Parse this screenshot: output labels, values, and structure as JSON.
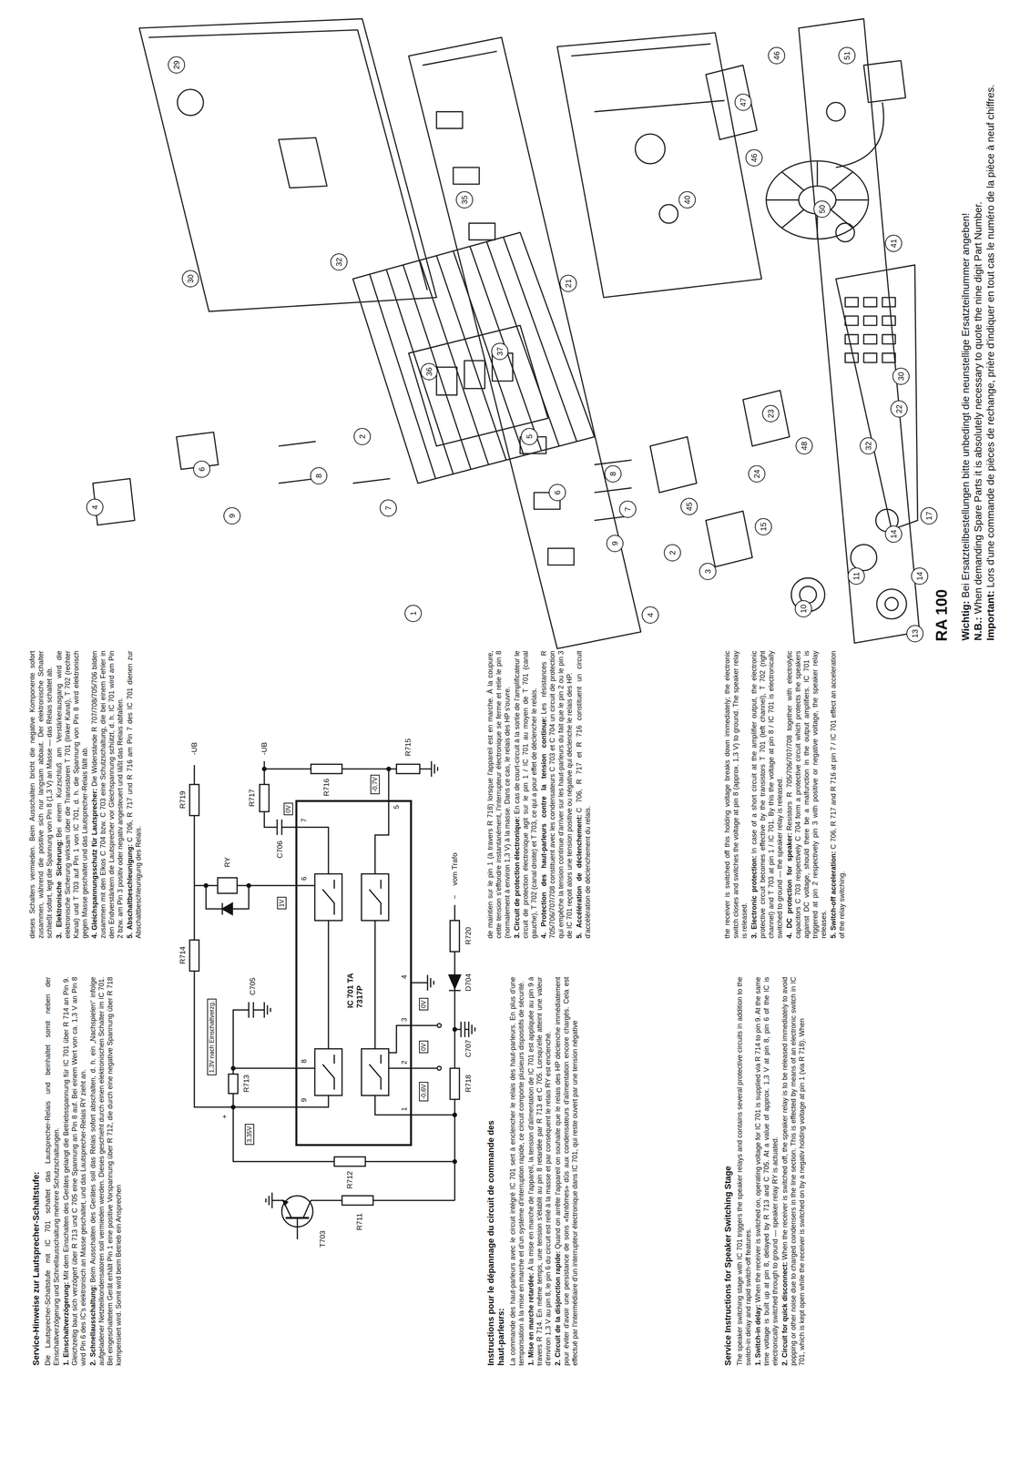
{
  "diagram": {
    "nodes": [
      {
        "text": [
          "IC 701 TA 7317P"
        ]
      }
    ],
    "labels": [
      "Service-Hinweise zur Lautsprecher-Schaltstufe:",
      "Die Lautsprecher-Schaltstufe mit IC 701 schaltet das Lautsprecher-Relais und beinhaltet somit neben der Einschaltverzögerung und Schnellausschaltung mehrere Schutzschaltungen.",
      "1. Einschaltverzögerung:",
      "Mit dem Einschalten des Gerätes gelangt die Betriebsspannung für IC 701 über R 714 an Pin 9. Gleichzeitig baut sich verzögert über R 713 und C 705 eine Spannung an Pin 8 auf. Bei einem Wert von ca. 1,3 V an Pin 8 wird Pin 6 des IC's elektronisch an Masse geschaltet, und das Lautsprecher-Relais RY zieht an.",
      "2. Schnellausschaltung:",
      "Beim Ausschalten des Gerätes soll das Relais sofort abschalten, d. h. ein „Nachspielen“ infolge aufgeladener Netzteilkondensatoren soll vermieden werden. Dieses geschieht durch einen elektronischen Schalter im IC 701. Bei eingeschaltetem Gerät erhält Pin 1 eine positive Vorspannung über R 712, die durch eine negative Spannung über R 718 kompensiert wird. Somit wird beim Betrieb ein Ansprechen",
      "dieses Schalters vermieden. Beim Ausschalten bricht die negative Komponente sofort zusammen, während die positive sich nur langsam abbaut. Der elektronische Schalter schließt sofort, legt die Spannung von Pin 8 (1,3 V) an Masse — das Relais schaltet ab.",
      "3. Elektronische Sicherung:",
      "Bei einem Kurzschluß am Verstärkerausgang wird die elektronische Sicherung wirksam über die Transistoren T 701 (linker Kanal), T 702 (rechter Kanal) und T 703 auf Pin 1 von IC 701, d. h. die Spannung von Pin 8 wird elektronisch gegen Masse geschaltet und das Lautsprecher-Relais fällt ab.",
      "4. Gleichspannungsschutz für Lautsprecher:",
      "Die Widerstände R 707/708/705/706 bilden zusammen mit den Elkos C 704 bzw. C 703 eine Schutzschaltung, die bei einem Fehler in den Endverstärkern die Lautsprecher vor Gleichspannung schützt, d. h. IC 701 wird am Pin 2 bzw. am Pin 3 positiv oder negativ angesteuert und läßt das Relais abfallen.",
      "5. Abschaltbeschleunigung:",
      "C 706, R 717 und R 716 am Pin 7 des IC 701 dienen zur Abschaltbeschleunigung des Relais.",
      "Instructions pour le dépannage du circuit de commande des haut-parleurs:",
      "La commande des haut-parleurs avec le circuit intégré IC 701 sert à enclencher le relais des haut-parleurs. En plus d'une temporisation à la mise en marche et d'un système d'interruption rapide, ce circuit comporte plusieurs dispositifs de sécurité.",
      "1. Mise en marche retardée:",
      "À la mise en marche de l'appareil, la tension d'alimentation de IC 701 est appliquée au pin 9 à travers R 714. En même temps, une tension s'établit au pin 8 retardée par R 713 et C 705. Lorsqu'elle atteint une valeur d'environ 1,3 V au pin 8, le pin 6 du circuit est relié à la masse et par conséquent le relais RY est enclenché.",
      "2. Circuit de la disjonction rapide:",
      "Quand on arrête l'appareil on souhaite que le relais des HP déclenche immédiatement pour éviter d'avoir une persistance de sons «fantômes» dûs aux condensateurs d'alimentation encore chargés. Cela est effectué par l'intermédiaire d'un interrupteur électronique dans IC 701, qui reste ouvert par une tension négative",
      "de maintien sur le pin 1 (à travers R 718) lorsque l'appareil est en marche. À la coupure, cette tension s'effondre instantanément, l'interrupteur électronique se ferme et relie le pin 8 (normalement à environ 1,3 V) à la masse. Dans ce cas, le relais des HP s'ouvre.",
      "3. Circuit de protection électronique:",
      "En cas de court-circuit à la sortie de l'amplificateur le circuit de protection électronique agit sur le pin 1 / IC 701 au moyen de T 701 (canal gauche), T 702 (canal droite) et T 703, ce qui a pour effet de déclencher le relais.",
      "4. Protection des haut-parleurs contre la tension continue:",
      "Les résistances R 705/706/707/708 constituent avec les condensateurs C 703 et C 704 un circuit de protection qui empêche la tension continue d'arriver sur les haut-parleurs du fait que le pin 2 ou le pin 3 de IC 701 reçoit alors une tension positive ou négative qui déclenche le relais des HP.",
      "5. Accélération de déclenchement:",
      "C 706, R 717 et R 716 constituent un circuit d'accélération de déclenchement du relais.",
      "Service Instructions for Speaker Switching Stage",
      "The speaker switching stage with IC 701 triggers the speaker relays and contains several protective circuits in addition to the switch-in delay and rapid switch-off features.",
      "1. Switch-in delay:",
      "When the receiver is switched on, operating voltage for IC 701 is supplied via R 714 to pin 9. At the same time voltage is built up at pin 8, delayed by R 713 and C 705. At a value of approx. 1,3 V at pin 8, pin 6 of the IC is electronically switched through to ground — speaker relay RY is actuated.",
      "2. Circuit for quick disconnect:",
      "When the receiver is switched off, the speaker relay is to be released immediately to avoid popping or other noise due to charged condensers in the line section. This is effected by means of an electronic switch in IC 701, which is kept open while the receiver is switched on by a negativ holding voltage at pin 1 (via R 718). When",
      "the receiver is switched off this holding voltage breaks down immediately; the electronic switch closes and switches the voltage at pin 8 (approx. 1,3 V) to ground. The speaker relay is released.",
      "3. Electronic protection:",
      "In case of a short circuit at the amplifier output, the electronic protective circuit becomes effective by the transistors T 701 (left channel), T 702 (right channel) and T 703 at pin 1 / IC 701. By this the voltage at pin 8 / IC 701 is electronically switched to ground — the speaker relay is released.",
      "4. DC protection for speaker:",
      "Resistors R 705/706/707/708 together with electrolytic capacitors C 703 respectively C 704 form a protective circuit which protects the speakers against DC voltage, should there be a malfunction in the output amplifiers. IC 701 is triggered at pin 2 respectively pin 3 with positive or negative voltage, the speaker relay releases.",
      "5. Switch-off acceleration:",
      "C 706, R 717 and R 716 at pin 7 / IC 701 effect an acceleration of the relay switching.",
      "Wichtig:",
      "Bei Ersatzteilbestellungen bitte unbedingt die neunstellige Ersatzteilnummer angeben!",
      "N.B.:",
      "When demanding Spare Parts it is absolutely necessary to quote the nine digit Part Number.",
      "Important:",
      "Lors d'une commande de pièces de rechange, prière d'indiquer en tout cas le numéro de la pièce à neuf chiffres.",
      "RA 100",
      "-UB",
      "R714",
      "R719",
      "RY",
      "+",
      "3,35V",
      "R713",
      "1,3V nach Einschaltverzg.",
      "C705",
      "1V",
      "C706",
      "0V",
      "R717",
      "-UB",
      "R716",
      "-0,7V",
      "R715",
      "9",
      "8",
      "6",
      "7",
      "5",
      "1",
      "2",
      "3",
      "4",
      "-0,6V",
      "0V",
      "0V",
      "R718",
      "C707",
      "D704",
      "R720",
      "~",
      "vom Trafo",
      "T703",
      "R711",
      "R712",
      "29",
      "30",
      "32",
      "35",
      "36",
      "37",
      "21",
      "40",
      "50",
      "51",
      "46",
      "46",
      "47",
      "41",
      "48",
      "23",
      "24",
      "15",
      "45",
      "3",
      "4",
      "4",
      "6",
      "9",
      "8",
      "7",
      "2",
      "9",
      "8",
      "7",
      "2",
      "6",
      "5",
      "1",
      "10",
      "11",
      "14",
      "14",
      "13",
      "17",
      "22",
      "32",
      "30"
    ]
  }
}
